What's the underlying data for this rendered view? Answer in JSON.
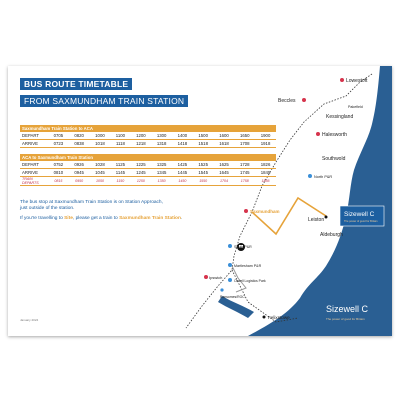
{
  "header": {
    "title": "BUS ROUTE TIMETABLE",
    "subtitle": "FROM SAXMUNDHAM TRAIN STATION"
  },
  "timetable_to_aca": {
    "heading": "Saxmundham Train Station to ACA",
    "rows": [
      {
        "label": "DEPART",
        "times": [
          "0705",
          "0820",
          "1000",
          "1100",
          "1200",
          "1300",
          "1400",
          "1500",
          "1600",
          "1650",
          "1900"
        ]
      },
      {
        "label": "ARRIVE",
        "times": [
          "0723",
          "0838",
          "1018",
          "1118",
          "1218",
          "1318",
          "1418",
          "1518",
          "1618",
          "1708",
          "1918"
        ]
      }
    ]
  },
  "timetable_from_aca": {
    "heading": "ACA to Saxmundham Train Station",
    "rows": [
      {
        "label": "DEPART",
        "times": [
          "0752",
          "0926",
          "1028",
          "1125",
          "1225",
          "1325",
          "1425",
          "1525",
          "1625",
          "1728",
          "1826"
        ]
      },
      {
        "label": "ARRIVE",
        "times": [
          "0810",
          "0945",
          "1045",
          "1145",
          "1245",
          "1345",
          "1445",
          "1545",
          "1645",
          "1745",
          "1845"
        ]
      }
    ],
    "train_row": {
      "label": "TRAIN DEPARTS",
      "times": [
        "0815",
        "0950",
        "1050",
        "1150",
        "1250",
        "1350",
        "1450",
        "1550",
        "1704",
        "1758",
        "1856"
      ]
    }
  },
  "notes": {
    "stop_line1": "The bus stop at Saxmundham Train Station is on Station Approach,",
    "stop_line2": "just outside of the station.",
    "travel_prefix": "If you're travelling to ",
    "travel_site": "Site",
    "travel_middle": ", please get a train to ",
    "travel_station": "Saxmundham Train Station",
    "travel_suffix": "."
  },
  "map": {
    "places": {
      "lowestoft": "Lowestoft",
      "beccles": "Beccles",
      "pakefield": "Pakefield",
      "kessingland": "Kessingland",
      "halesworth": "Halesworth",
      "southwold": "Southwold",
      "north_pr": "North P&R",
      "saxmundham": "Saxmundham",
      "leiston": "Leiston",
      "aldeburgh": "Aldeburgh",
      "south_pr": "South P&R",
      "ipswich": "Ipswich",
      "martlesham": "Martlesham P&R",
      "orwell": "Orwell Logistics Park",
      "ransomes": "Ransomes/ROC",
      "felixstowe": "Felixstowe"
    },
    "logo_top": "Sizewell C",
    "logo_top_tag": "The power of good for Britain",
    "logo_bottom": "Sizewell C",
    "logo_bottom_tag": "The power of good for Britain"
  },
  "footer": {
    "date": "January 2024"
  },
  "colors": {
    "sea": "#2a5f93",
    "brand": "#1d5fa0",
    "accent": "#e6a33a",
    "station": "#d6334c"
  }
}
